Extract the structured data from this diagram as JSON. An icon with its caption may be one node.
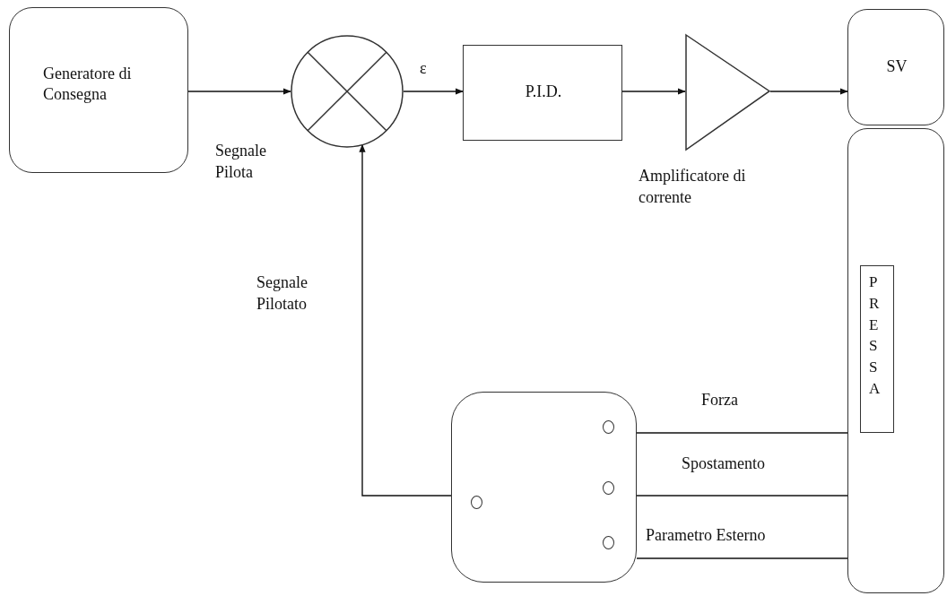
{
  "diagram": {
    "nodes": [
      {
        "text": [
          "Generatore di Consegna"
        ]
      },
      {
        "text": [],
        "shape": "circle"
      },
      {
        "text": [
          "P.I.D."
        ]
      },
      {
        "text": [],
        "shape": "triangle",
        "beside": [
          "Amplificatore di corrente"
        ]
      },
      {
        "text": [
          "SV"
        ]
      },
      {
        "text": [],
        "shape": "box"
      },
      {
        "text": [
          "PRESSA"
        ],
        "in": 5
      },
      {
        "text": [],
        "shape": "box"
      }
    ],
    "edges": [
      {
        "from": 0,
        "to": 1,
        "arrow": "to",
        "label": "Segnale Pilota"
      },
      {
        "from": 1,
        "to": 2,
        "arrow": "to",
        "label": "ε"
      },
      {
        "from": 2,
        "to": 3,
        "arrow": "to"
      },
      {
        "from": 3,
        "to": 4,
        "arrow": "to"
      },
      {
        "from": 7,
        "to": 5,
        "arrow": "none",
        "label": "Forza"
      },
      {
        "from": 7,
        "to": 5,
        "arrow": "none",
        "label": "Spostamento"
      },
      {
        "from": 7,
        "to": 5,
        "arrow": "none",
        "label": "Parametro Esterno"
      },
      {
        "from": 7,
        "to": 1,
        "arrow": "to",
        "label": "Segnale Pilotato"
      }
    ]
  }
}
